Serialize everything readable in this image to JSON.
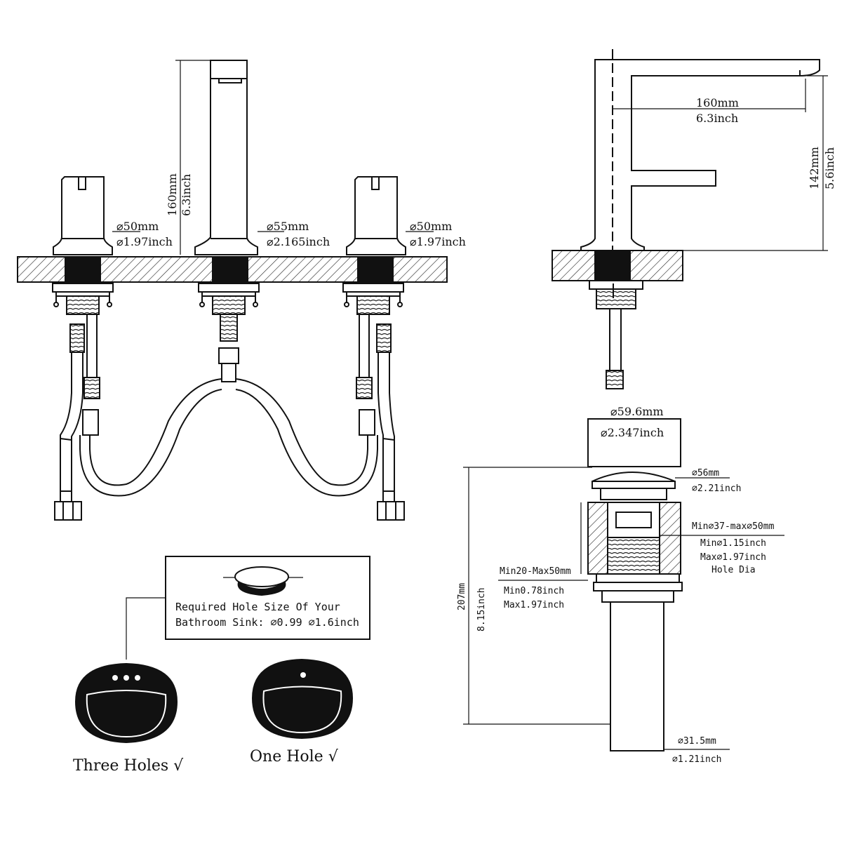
{
  "front_view": {
    "spout_height": {
      "mm": "160mm",
      "inch": "6.3inch"
    },
    "left_handle": {
      "mm": "⌀50mm",
      "inch": "⌀1.97inch"
    },
    "spout_base": {
      "mm": "⌀55mm",
      "inch": "⌀2.165inch"
    },
    "right_handle": {
      "mm": "⌀50mm",
      "inch": "⌀1.97inch"
    }
  },
  "side_view": {
    "reach": {
      "mm": "160mm",
      "inch": "6.3inch"
    },
    "height": {
      "mm": "142mm",
      "inch": "5.6inch"
    }
  },
  "drain": {
    "cap_diameter": {
      "mm": "⌀59.6mm",
      "inch": "⌀2.347inch"
    },
    "flange_diameter": {
      "mm": "⌀56mm",
      "inch": "⌀2.21inch"
    },
    "hole_dia": {
      "line1": "Min⌀37-max⌀50mm",
      "line2": "Min⌀1.15inch",
      "line3": "Max⌀1.97inch",
      "line4": "Hole Dia"
    },
    "thickness": {
      "line1": "Min20-Max50mm",
      "line2": "Min0.78inch",
      "line3": "Max1.97inch"
    },
    "total_length": {
      "mm": "207mm",
      "inch": "8.15inch"
    },
    "tail_diameter": {
      "mm": "⌀31.5mm",
      "inch": "⌀1.21inch"
    }
  },
  "hole_note": {
    "line1": "Required Hole Size Of Your",
    "line2": "Bathroom Sink: ⌀0.99 ⌀1.6inch"
  },
  "sinks": {
    "three_holes": "Three Holes √",
    "one_hole": "One Hole √"
  }
}
